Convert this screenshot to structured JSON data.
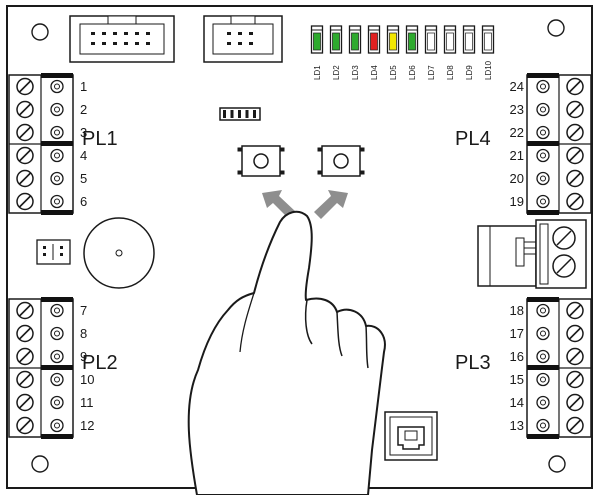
{
  "board": {
    "connectors": [
      {
        "label": "PL1",
        "pins": [
          "1",
          "2",
          "3",
          "4",
          "5",
          "6"
        ]
      },
      {
        "label": "PL2",
        "pins": [
          "7",
          "8",
          "9",
          "10",
          "11",
          "12"
        ]
      },
      {
        "label": "PL3",
        "pins": [
          "18",
          "17",
          "16",
          "15",
          "14",
          "13"
        ]
      },
      {
        "label": "PL4",
        "pins": [
          "24",
          "23",
          "22",
          "21",
          "20",
          "19"
        ]
      }
    ],
    "leds": [
      {
        "label": "LD1",
        "color": "#2eaa2e"
      },
      {
        "label": "LD2",
        "color": "#2eaa2e"
      },
      {
        "label": "LD3",
        "color": "#2eaa2e"
      },
      {
        "label": "LD4",
        "color": "#e02020"
      },
      {
        "label": "LD5",
        "color": "#f2e600"
      },
      {
        "label": "LD6",
        "color": "#2eaa2e"
      },
      {
        "label": "LD7",
        "color": "#ffffff"
      },
      {
        "label": "LD8",
        "color": "#ffffff"
      },
      {
        "label": "LD9",
        "color": "#ffffff"
      },
      {
        "label": "LD10",
        "color": "#ffffff"
      }
    ],
    "icons": {
      "hand": "pointing-hand-icon",
      "arrow": "arrow-icon",
      "usb": "usb-port-icon",
      "buzzer": "buzzer-icon"
    },
    "colors": {
      "outline": "#1a1a1a",
      "bar": "#111111",
      "board": "#ffffff"
    }
  }
}
